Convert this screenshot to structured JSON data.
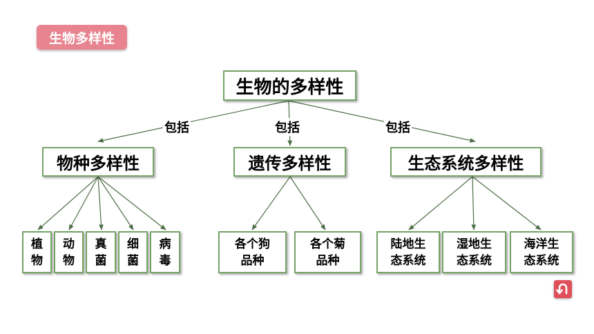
{
  "tag": {
    "label": "生物多样性"
  },
  "root": {
    "label": "生物的多样性"
  },
  "edge_label": "包括",
  "level1": [
    {
      "label": "物种多样性"
    },
    {
      "label": "遗传多样性"
    },
    {
      "label": "生态系统多样性"
    }
  ],
  "leaves": [
    {
      "line1": "植",
      "line2": "物"
    },
    {
      "line1": "动",
      "line2": "物"
    },
    {
      "line1": "真",
      "line2": "菌"
    },
    {
      "line1": "细",
      "line2": "菌"
    },
    {
      "line1": "病",
      "line2": "毒"
    },
    {
      "line1": "各个狗",
      "line2": "品种"
    },
    {
      "line1": "各个菊",
      "line2": "品种"
    },
    {
      "line1": "陆地生",
      "line2": "态系统"
    },
    {
      "line1": "湿地生",
      "line2": "态系统"
    },
    {
      "line1": "海洋生",
      "line2": "态系统"
    }
  ],
  "colors": {
    "border": "#74a366",
    "arrow": "#4e6e46",
    "tag": "#e8848f",
    "back_button": "#e0505a"
  },
  "icons": {
    "back": "return-arrow-icon"
  }
}
